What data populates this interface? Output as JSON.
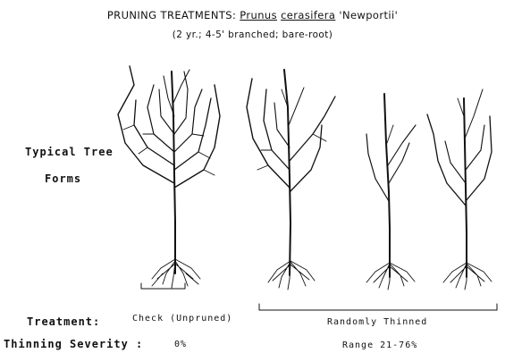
{
  "title": {
    "prefix": "PRUNING TREATMENTS: ",
    "genus": "Prunus",
    "species": "cerasifera",
    "cultivar": " 'Newportii'",
    "subtitle": "(2 yr.; 4-5' branched; bare-root)"
  },
  "labels": {
    "forms_line1": "Typical Tree",
    "forms_line2": "Forms",
    "treatment": "Treatment:",
    "severity": "Thinning Severity :"
  },
  "groups": {
    "check": {
      "label": "Check (Unpruned)",
      "severity": "0%"
    },
    "thinned": {
      "label": "Randomly Thinned",
      "severity": "Range 21-76%"
    }
  },
  "colors": {
    "ink": "#111111",
    "background": "#ffffff"
  },
  "trees": [
    {
      "name": "check-tree",
      "branch_count": 12
    },
    {
      "name": "thinned-tree-1",
      "branch_count": 9
    },
    {
      "name": "thinned-tree-2",
      "branch_count": 5
    },
    {
      "name": "thinned-tree-3",
      "branch_count": 6
    }
  ]
}
